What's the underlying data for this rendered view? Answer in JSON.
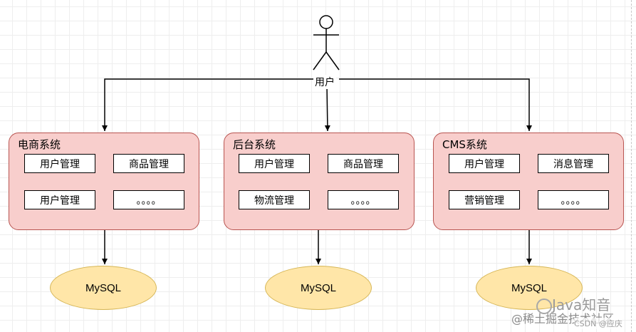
{
  "actor": {
    "label": "用户"
  },
  "systems": [
    {
      "title": "电商系统",
      "modules": [
        "用户管理",
        "商品管理",
        "用户管理",
        "。。。。"
      ],
      "db": "MySQL"
    },
    {
      "title": "后台系统",
      "modules": [
        "用户管理",
        "商品管理",
        "物流管理",
        "。。。。"
      ],
      "db": "MySQL"
    },
    {
      "title": "CMS系统",
      "modules": [
        "用户管理",
        "消息管理",
        "营销管理",
        "。。。。"
      ],
      "db": "MySQL"
    }
  ],
  "watermark": {
    "line1": "Java知音",
    "line2": "@稀土掘金技术社区",
    "line3": "CSDN @应庆"
  },
  "colors": {
    "system_fill": "#f8cecc",
    "system_stroke": "#b85450",
    "db_fill": "#ffe6a8",
    "db_stroke": "#d6b656"
  }
}
